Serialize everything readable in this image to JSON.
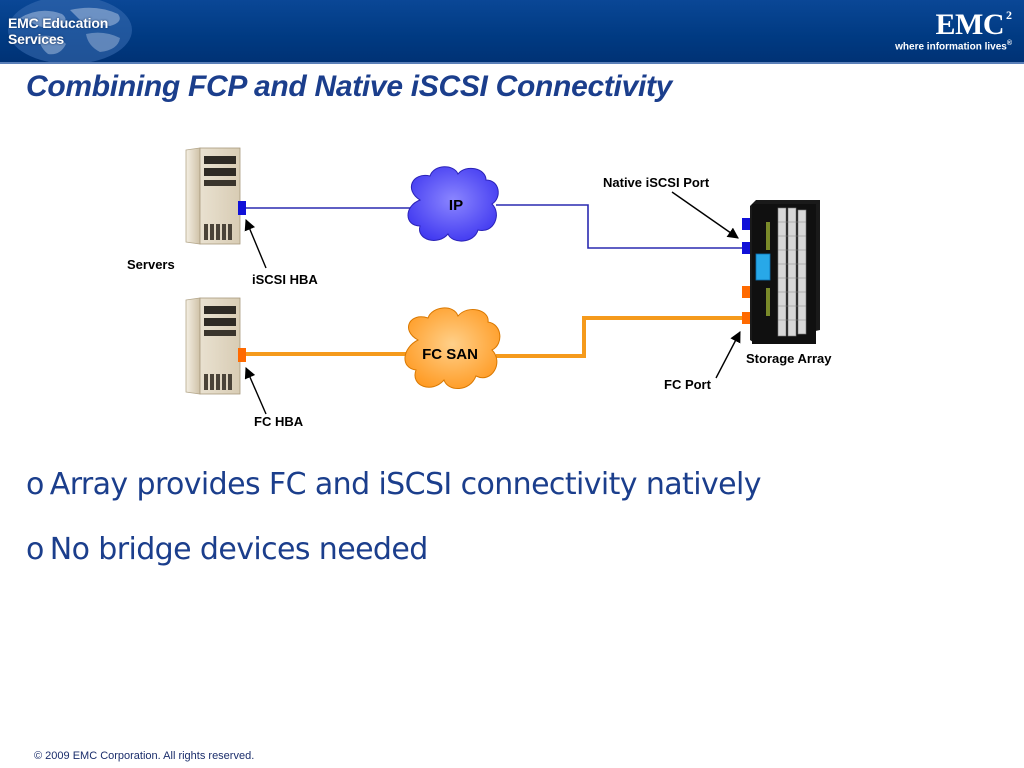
{
  "header": {
    "edu_logo_text": "EMC Education Services",
    "brand_logo_text": "EMC",
    "brand_logo_superscript": "2",
    "brand_tagline": "where information lives",
    "brand_tagline_mark": "®"
  },
  "slide": {
    "title": "Combining FCP and Native iSCSI Connectivity",
    "bullets": [
      {
        "marker": "o",
        "text": "Array provides FC and iSCSI connectivity natively"
      },
      {
        "marker": "o",
        "text": "No bridge devices needed"
      }
    ]
  },
  "diagram": {
    "labels": {
      "servers": "Servers",
      "iscsi_hba": "iSCSI HBA",
      "fc_hba": "FC HBA",
      "ip_cloud": "IP",
      "fc_san_cloud": "FC SAN",
      "native_iscsi_port": "Native iSCSI Port",
      "storage_array": "Storage Array",
      "fc_port": "FC Port"
    },
    "colors": {
      "ip_cloud": "#5a52ff",
      "fc_san_cloud": "#ffa53c",
      "iscsi_link": "#2a2ab0",
      "fc_link": "#f59a1c",
      "iscsi_port": "#1010d8",
      "fc_port": "#ff6a00"
    }
  },
  "footer": {
    "copyright": "© 2009 EMC Corporation. All rights reserved."
  }
}
